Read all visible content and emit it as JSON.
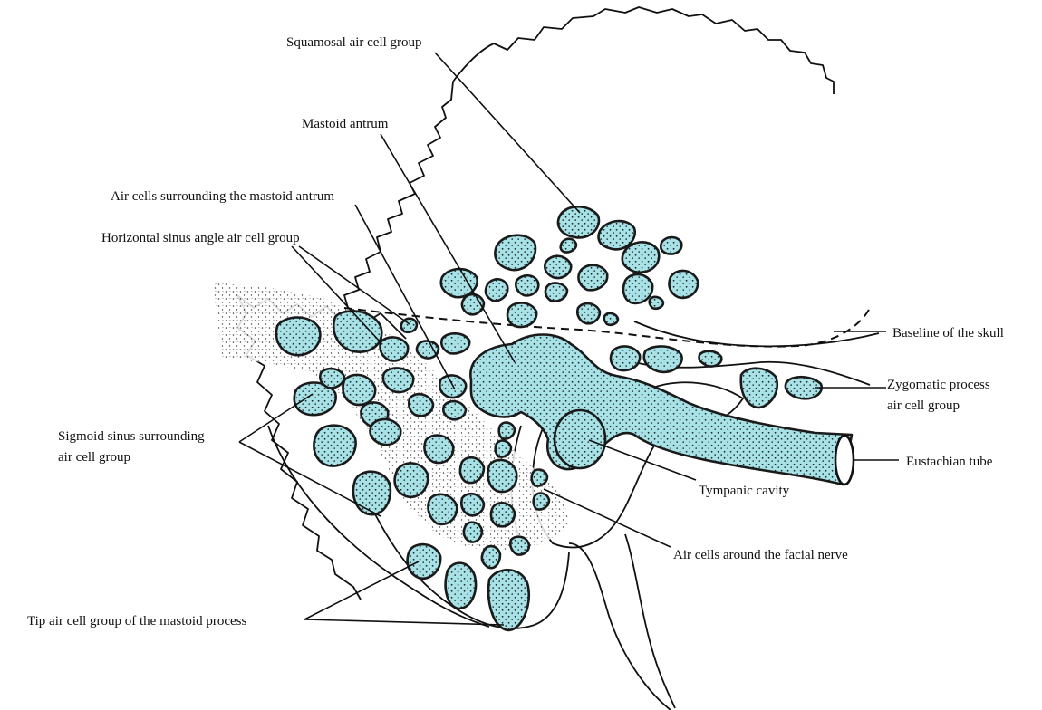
{
  "colors": {
    "air_cell_fill": "#a8e2e6",
    "cavity_fill": "#9ddbe0",
    "outline": "#111111"
  },
  "labels": {
    "squamosal": "Squamosal air cell group",
    "mastoid_antrum": "Mastoid antrum",
    "air_cells_surrounding_antrum": "Air cells surrounding the mastoid antrum",
    "horizontal_sinus_angle": "Horizontal sinus angle air cell group",
    "baseline_of_skull": "Baseline of the skull",
    "zygomatic_line1": "Zygomatic process",
    "zygomatic_line2": "air cell group",
    "sigmoid_line1": "Sigmoid sinus surrounding",
    "sigmoid_line2": "air cell group",
    "eustachian_tube": "Eustachian tube",
    "tympanic_cavity": "Tympanic cavity",
    "facial_nerve": "Air cells around the facial nerve",
    "tip_cells": "Tip air cell group of the mastoid process"
  }
}
